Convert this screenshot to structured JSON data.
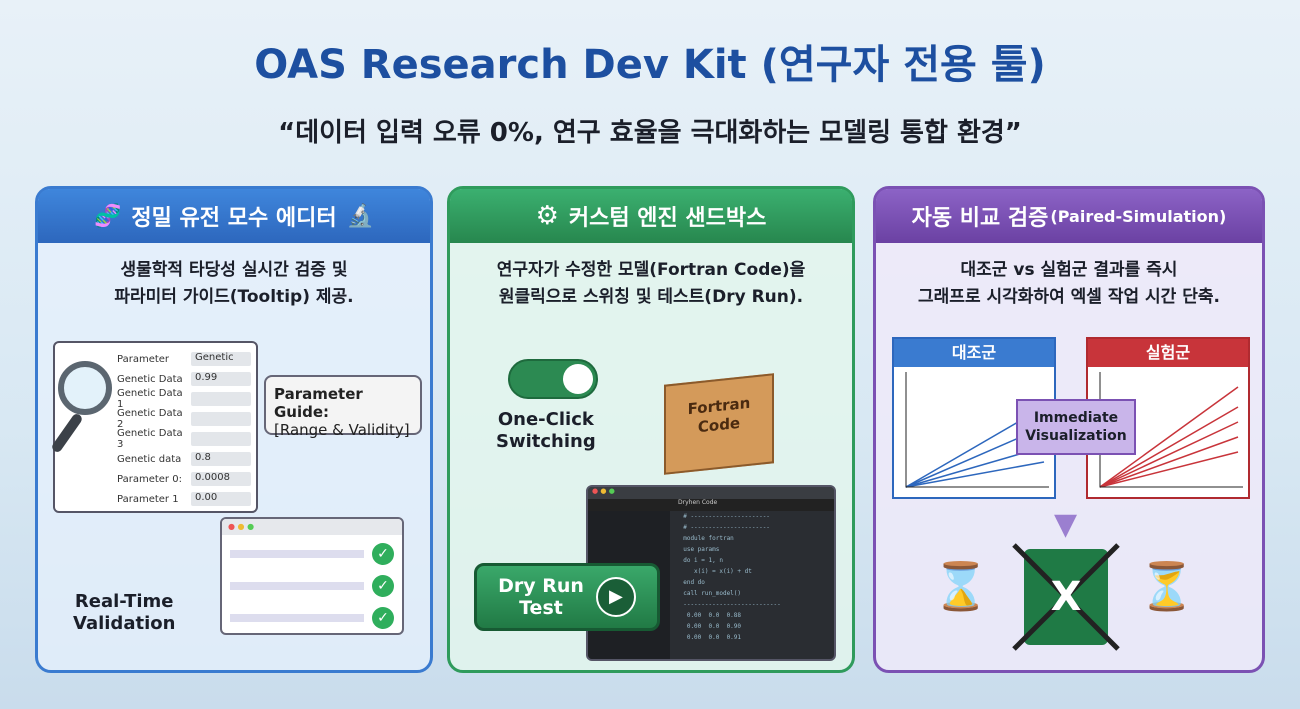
{
  "title": "OAS Research Dev Kit (연구자 전용 툴)",
  "subtitle": "“데이터 입력 오류 0%, 연구 효율을 극대화하는 모델링 통합 환경”",
  "panels": [
    {
      "title": "정밀 유전 모수 에디터",
      "desc": [
        "생물학적 타당성 실시간 검증 및",
        "파라미터 가이드(Tooltip) 제공."
      ],
      "rows": [
        [
          "Parameter",
          "Genetic"
        ],
        [
          "Genetic Data",
          "0.99"
        ],
        [
          "Genetic Data 1",
          ""
        ],
        [
          "Genetic Data 2",
          ""
        ],
        [
          "Genetic Data 3",
          ""
        ],
        [
          "Genetic data",
          "0.8"
        ],
        [
          "Parameter 0:",
          "0.0008"
        ],
        [
          "Parameter 1",
          "0.00"
        ]
      ],
      "tooltip": [
        "Parameter Guide:",
        "[Range & Validity]"
      ],
      "label": [
        "Real-Time",
        "Validation"
      ]
    },
    {
      "title": "커스텀 엔진 샌드박스",
      "desc": [
        "연구자가 수정한 모델(Fortran Code)을",
        "원클릭으로 스위칭 및 테스트(Dry Run)."
      ],
      "switch_label": [
        "One-Click",
        "Switching"
      ],
      "box_label": [
        "Fortran",
        "Code"
      ],
      "button": [
        "Dry Run",
        "Test"
      ],
      "editor_tab": "Dryhen Code"
    },
    {
      "title": "자동 비교 검증",
      "title_suffix": "(Paired-Simulation)",
      "desc": [
        "대조군 vs 실험군 결과를 즉시",
        "그래프로 시각화하여 엑셀 작업 시간 단축."
      ],
      "chart_a": "대조군",
      "chart_b": "실험군",
      "arrow_label": [
        "Immediate",
        "Visualization"
      ],
      "excel": "X"
    }
  ],
  "colors": {
    "blue": "#3a7bd0",
    "green": "#2f9b5c",
    "purple": "#7b51b3",
    "red": "#c8343a"
  }
}
